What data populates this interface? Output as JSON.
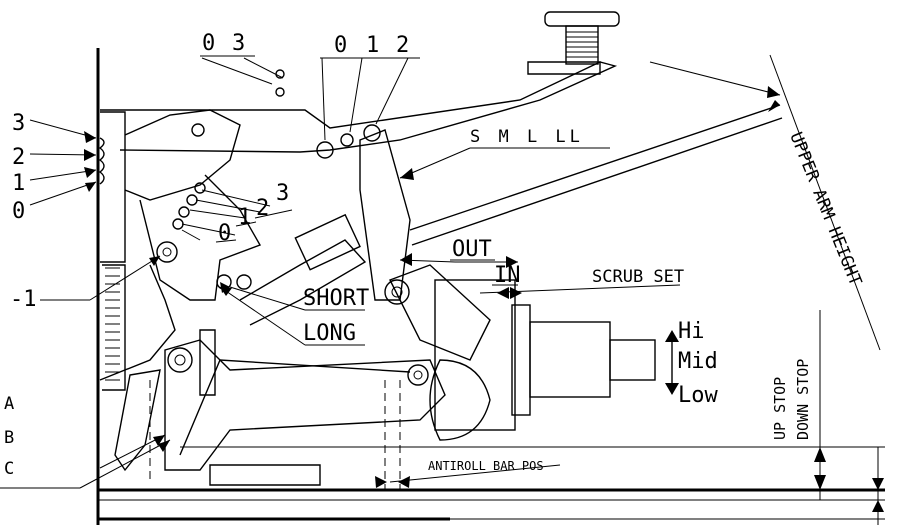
{
  "labels": {
    "hole_0_top": "0",
    "hole_3_top": "3",
    "holes_012": [
      "0",
      "1",
      "2"
    ],
    "side_3": "3",
    "side_2": "2",
    "side_1": "1",
    "side_0": "0",
    "inner_2": "2",
    "inner_3": "3",
    "inner_1": "1",
    "inner_0": "0",
    "neg_1": "-1",
    "shock_sizes": "S M L LL",
    "out": "OUT",
    "in": "IN",
    "scrub_set": "SCRUB SET",
    "short": "SHORT",
    "long": "LONG",
    "hi": "Hi",
    "mid": "Mid",
    "low": "Low",
    "upper_arm_height": "UPPER ARM HEIGHT",
    "up_stop": "UP STOP",
    "down_stop": "DOWN STOP",
    "antiroll_bar_pos": "ANTIROLL BAR POS",
    "a": "A",
    "b": "B",
    "c": "C"
  }
}
